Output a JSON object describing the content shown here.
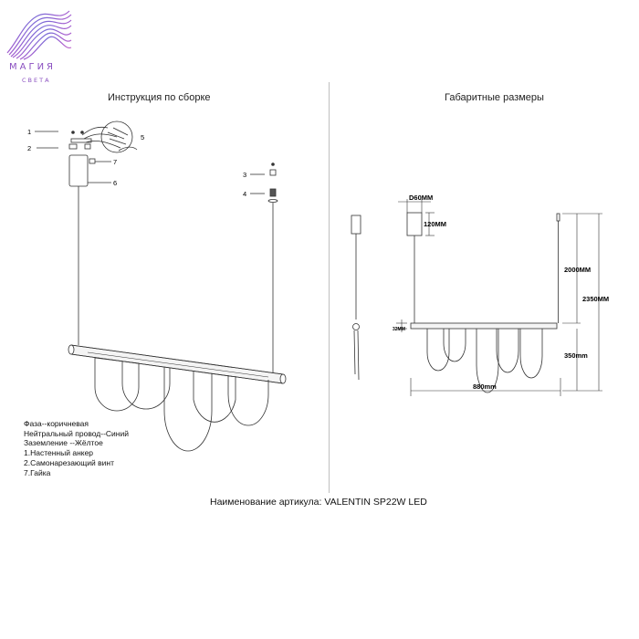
{
  "logo": {
    "word": "МАГИЯ",
    "sub": "СВЕТА",
    "color_primary": "#8a4fc0",
    "color_secondary": "#d27fd0"
  },
  "headings": {
    "assembly": "Инструкция по сборке",
    "dimensions": "Габаритные размеры"
  },
  "callouts": [
    "1",
    "2",
    "3",
    "4",
    "5",
    "6",
    "7"
  ],
  "dimensions": {
    "canopy_width": "D60MM",
    "canopy_height": "120MM",
    "cable_length": "2000MM",
    "total_height": "2350MM",
    "bar_height": "32MM",
    "shade_drop": "350mm",
    "length": "880mm"
  },
  "notes": [
    "Фаза--коричневая",
    "Нейтральный провод--Синий",
    "Заземление --Жёлтое",
    "1.Настенный анкер",
    "2.Самонарезающий винт",
    "7.Гайка"
  ],
  "article": "Наименование артикула: VALENTIN SP22W LED"
}
